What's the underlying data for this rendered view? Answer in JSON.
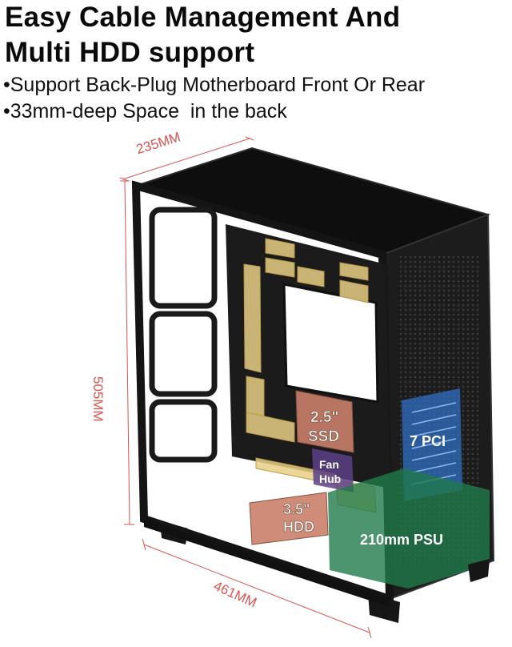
{
  "heading": {
    "line1": "Easy Cable Management And",
    "line2": "Multi HDD support"
  },
  "bullets": [
    "•Support Back-Plug Motherboard Front Or Rear",
    "•33mm-deep Space  in the back"
  ],
  "dimensions": {
    "width": "235MM",
    "height": "505MM",
    "depth": "461MM"
  },
  "callouts": {
    "ssd_size": "2.5\"",
    "ssd_label": "SSD",
    "fan_label_1": "Fan",
    "fan_label_2": "Hub",
    "hdd_size": "3.5\"",
    "hdd_label": "HDD",
    "pci_label": "7 PCI",
    "psu_label": "210mm PSU"
  },
  "colors": {
    "dimension_text": "#d9534f",
    "case_body": "#151515",
    "cable_cutout": "#e8cf86",
    "drive_tray": "#c9806a",
    "fan_hub": "#5b3f86",
    "pci_zone": "#2f6fc4",
    "psu_zone": "#1f7a4b"
  }
}
